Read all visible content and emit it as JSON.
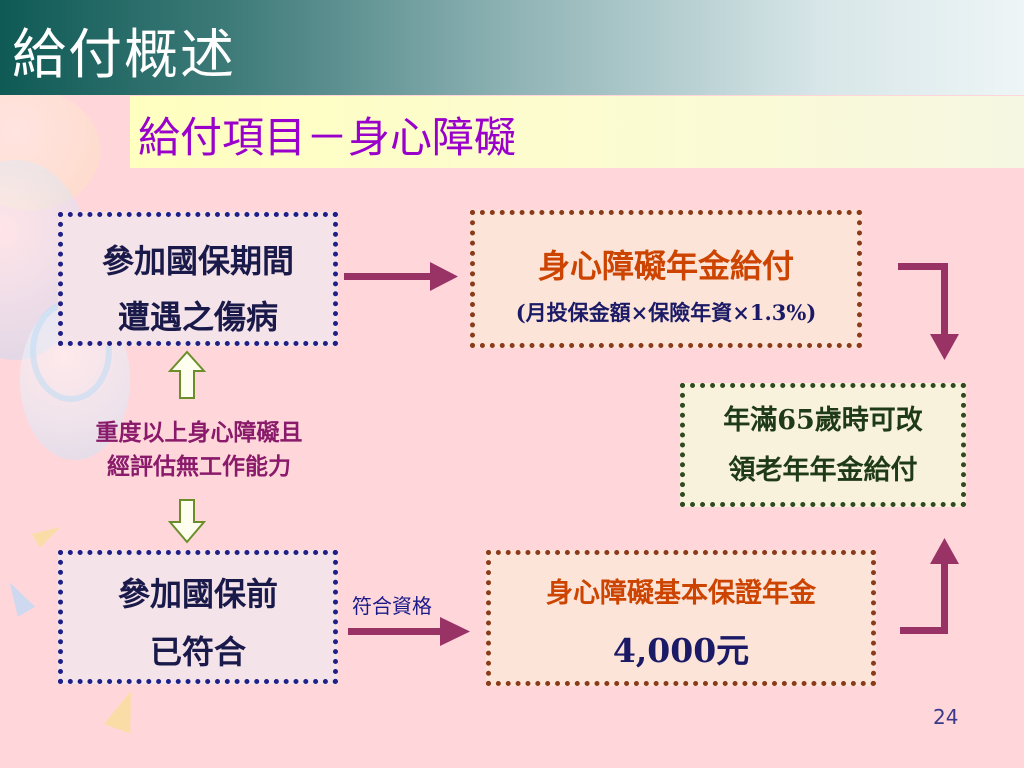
{
  "title": "給付概述",
  "subtitle": "給付項目－身心障礙",
  "boxes": {
    "top_left": [
      "參加國保期間",
      "遭遇之傷病"
    ],
    "bottom_left": [
      "參加國保前",
      "已符合"
    ],
    "top_right": {
      "main": "身心障礙年金給付",
      "formula": "(月投保金額×保險年資×1.3%)"
    },
    "bottom_right": {
      "main": "身心障礙基本保證年金",
      "amount": "4,000元"
    },
    "middle_right": [
      "年滿65歲時可改",
      "領老年年金給付"
    ]
  },
  "condition_label": [
    "重度以上身心障礙且",
    "經評估無工作能力"
  ],
  "qualify_label": "符合資格",
  "page_number": "24",
  "colors": {
    "header_dark": "#0f5a55",
    "subtitle_text": "#9900cc",
    "arrow": "#993366",
    "navy_border": "#1f1f88",
    "brown_border": "#8b3a1a",
    "green_border": "#2e4a1e"
  }
}
